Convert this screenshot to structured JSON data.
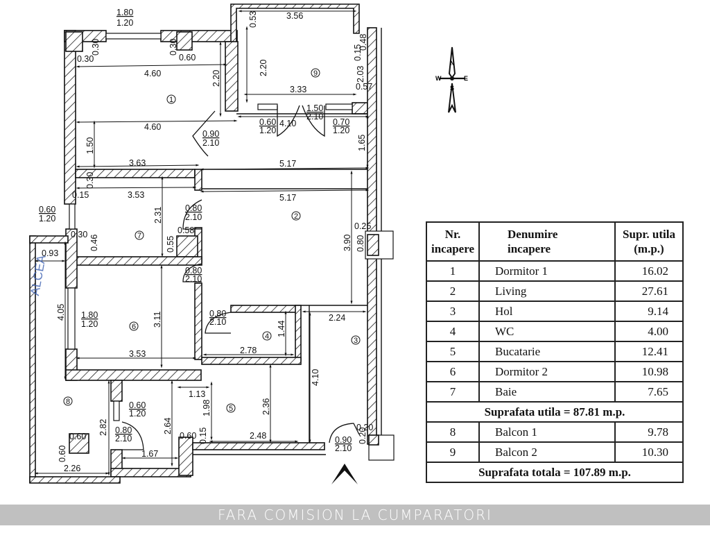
{
  "plan": {
    "title": "Floor plan",
    "rooms": [
      {
        "nr": "1",
        "label": "1"
      },
      {
        "nr": "2",
        "label": "2"
      },
      {
        "nr": "3",
        "label": "3"
      },
      {
        "nr": "4",
        "label": "4"
      },
      {
        "nr": "5",
        "label": "5"
      },
      {
        "nr": "6",
        "label": "6"
      },
      {
        "nr": "7",
        "label": "7"
      },
      {
        "nr": "8",
        "label": "8"
      },
      {
        "nr": "9",
        "label": "9"
      }
    ],
    "dimensions": {
      "w_top": "1.80",
      "w_top_h": "1.20",
      "d1_030a": "0.30",
      "d1_030b": "0.30",
      "d1_030c": "0.30",
      "d1_060": "0.60",
      "r1_460a": "4.60",
      "r1_220": "2.20",
      "r1_460b": "4.60",
      "r1_150": "1.50",
      "r1_363": "3.63",
      "door_090": "0.90",
      "door_210": "2.10",
      "b2_356": "3.56",
      "b2_053": "0.53",
      "b2_220": "2.20",
      "b2_333": "3.33",
      "b2_048": "0.48",
      "b2_015": "0.15",
      "b2_203": "2.03",
      "b2_057": "0.57",
      "w_060": "0.60",
      "w_060_h": "1.20",
      "b2_410": "4.10",
      "dd_150": "1.50",
      "dd_210": "2.10",
      "w_070": "0.70",
      "w_070_h": "1.20",
      "r_165": "1.65",
      "lv_517a": "5.17",
      "lv_517b": "5.17",
      "lv_390": "3.90",
      "lv_025": "0.25",
      "lv_080": "0.80",
      "r7_030": "0.30",
      "r7_015": "0.15",
      "r7_353": "3.53",
      "r7_231": "2.31",
      "d7_080": "0.80",
      "d7_210": "2.10",
      "r7_058": "0.58",
      "r7_055": "0.55",
      "r7_030b": "0.30",
      "r7_046": "0.46",
      "w7_060": "0.60",
      "w7_120": "1.20",
      "b1_093": "0.93",
      "b1_405": "4.05",
      "d6_080": "0.80",
      "d6_210": "2.10",
      "w6_180": "1.80",
      "w6_120": "1.20",
      "r6_311": "3.11",
      "r6_353": "3.53",
      "d4_080": "0.80",
      "d4_210": "2.10",
      "r4_144": "1.44",
      "r4_278": "2.78",
      "r3_224": "2.24",
      "r3_410": "4.10",
      "r5_113": "1.13",
      "r5_198": "1.98",
      "r5_236": "2.36",
      "r5_248": "2.48",
      "r5_015": "0.15",
      "k_060": "0.60",
      "w5_060": "0.60",
      "w5_120": "1.20",
      "r8_282": "2.82",
      "r8_264": "2.64",
      "d8_080": "0.80",
      "d8_210": "2.10",
      "r8_167": "1.67",
      "p_060a": "0.60",
      "p_060b": "0.60",
      "r8_226": "2.26",
      "de_090": "0.90",
      "de_210": "2.10",
      "de_020a": "0.20",
      "de_020b": "0.20"
    },
    "stamp_text": "ALCEA"
  },
  "compass": {
    "n": "N",
    "s": "S",
    "e": "E",
    "w": "W"
  },
  "table": {
    "headers": {
      "nr": [
        "Nr.",
        "incapere"
      ],
      "name": [
        "Denumire",
        "incapere"
      ],
      "area": [
        "Supr. utila",
        "(m.p.)"
      ]
    },
    "rows": [
      {
        "nr": "1",
        "name": "Dormitor 1",
        "area": "16.02"
      },
      {
        "nr": "2",
        "name": "Living",
        "area": "27.61"
      },
      {
        "nr": "3",
        "name": "Hol",
        "area": "9.14"
      },
      {
        "nr": "4",
        "name": "WC",
        "area": "4.00"
      },
      {
        "nr": "5",
        "name": "Bucatarie",
        "area": "12.41"
      },
      {
        "nr": "6",
        "name": "Dormitor 2",
        "area": "10.98"
      },
      {
        "nr": "7",
        "name": "Baie",
        "area": "7.65"
      }
    ],
    "subtotal": "Suprafata utila = 87.81 m.p.",
    "balconies": [
      {
        "nr": "8",
        "name": "Balcon 1",
        "area": "9.78"
      },
      {
        "nr": "9",
        "name": "Balcon 2",
        "area": "10.30"
      }
    ],
    "total": "Suprafata totala = 107.89 m.p."
  },
  "banner": {
    "text": "FARA COMISION LA CUMPARATORI",
    "bg": "#c0c0c0"
  }
}
